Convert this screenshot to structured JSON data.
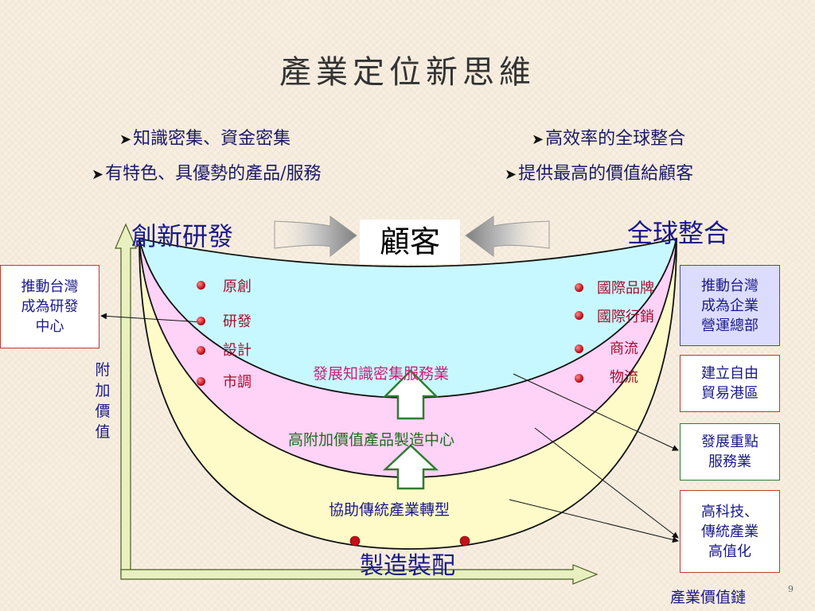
{
  "title": "產業定位新思維",
  "bullets_left": [
    "知識密集、資金密集",
    "有特色、具優勢的產品/服務"
  ],
  "bullets_right": [
    "高效率的全球整合",
    "提供最高的價值給顧客"
  ],
  "bullet_marker": "➤",
  "headings": {
    "left": "創新研發",
    "right": "全球整合",
    "center": "顧客"
  },
  "left_box": "推動台灣\n成為研發\n中心",
  "right_boxes": [
    "推動台灣\n成為企業\n營運總部",
    "建立自由\n貿易港區",
    "發展重點\n服務業",
    "高科技、\n傳統產業\n高值化"
  ],
  "left_points": [
    "原創",
    "研發",
    "設計",
    "市調"
  ],
  "right_points": [
    "國際品牌",
    "國際行銷",
    "商流",
    "物流"
  ],
  "layers": [
    "發展知識密集服務業",
    "高附加價值產品製造中心",
    "協助傳統產業轉型"
  ],
  "bottom_label": "製造裝配",
  "y_axis_label": "附加價值",
  "x_axis_label": "產業價值鏈",
  "page_number": "9",
  "colors": {
    "title": "#333333",
    "heading": "#1a1a88",
    "point_label": "#a0102a",
    "layer1": "#cc1f7a",
    "layer2": "#1f6b1f",
    "layer3": "#1a1a88",
    "axis_fill": "#e8f0c0",
    "axis_stroke": "#4a5e1f"
  }
}
